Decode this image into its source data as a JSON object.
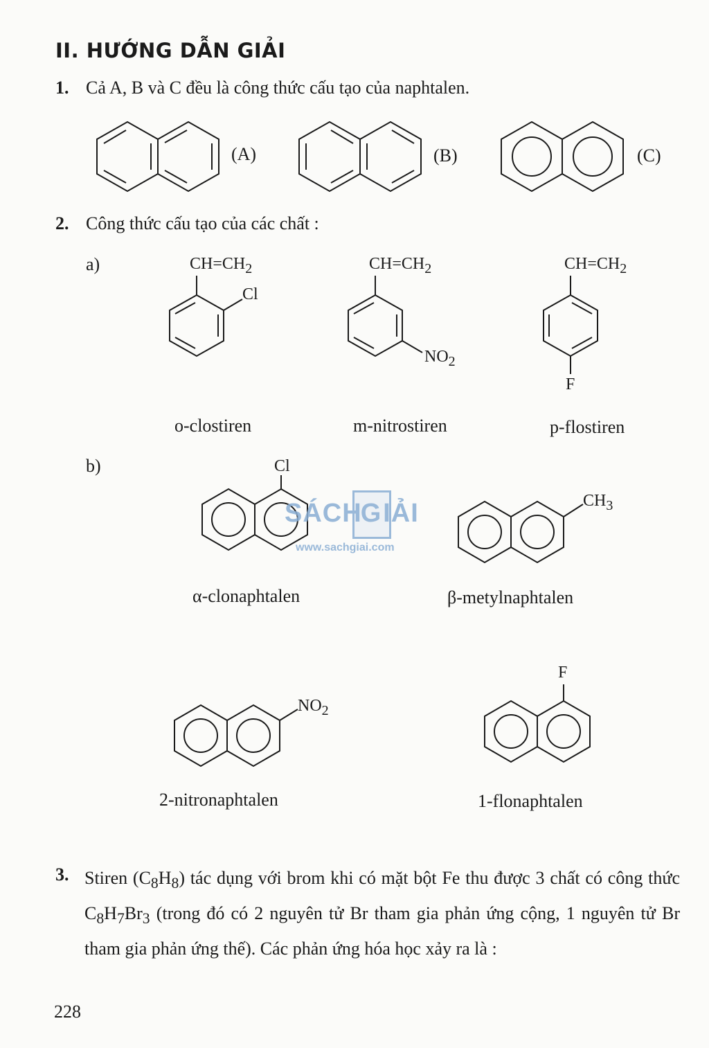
{
  "heading": "II. HƯỚNG DẪN GIẢI",
  "q1": {
    "number": "1.",
    "text": "Cả A, B và C đều là công thức cấu tạo của naphtalen.",
    "labels": [
      "(A)",
      "(B)",
      "(C)"
    ]
  },
  "q2": {
    "number": "2.",
    "text": "Công thức cấu tạo của các chất :",
    "part_a": {
      "marker": "a)",
      "compounds": [
        {
          "top": "CH=CH",
          "top_sub": "2",
          "sub": "Cl",
          "sub_sub": "",
          "name": "o-clostiren"
        },
        {
          "top": "CH=CH",
          "top_sub": "2",
          "sub": "NO",
          "sub_sub": "2",
          "name": "m-nitrostiren"
        },
        {
          "top": "CH=CH",
          "top_sub": "2",
          "sub": "F",
          "sub_sub": "",
          "name": "p-flostiren"
        }
      ]
    },
    "part_b": {
      "marker": "b)",
      "compounds": [
        {
          "sub": "Cl",
          "sub_sub": "",
          "name": "α-clonaphtalen"
        },
        {
          "sub": "CH",
          "sub_sub": "3",
          "name": "β-metylnaphtalen"
        },
        {
          "sub": "NO",
          "sub_sub": "2",
          "name": "2-nitronaphtalen"
        },
        {
          "sub": "F",
          "sub_sub": "",
          "name": "1-flonaphtalen"
        }
      ]
    }
  },
  "watermark": {
    "title_left": "SÁCH",
    "title_box": "G",
    "title_right": "IẢI",
    "url": "www.sachgiai.com"
  },
  "q3": {
    "number": "3.",
    "t1": "Stiren (C",
    "s1": "8",
    "t2": "H",
    "s2": "8",
    "t3": ") tác dụng với brom khi có mặt bột Fe thu được 3 chất có công thức C",
    "s3": "8",
    "t4": "H",
    "s4": "7",
    "t5": "Br",
    "s5": "3",
    "t6": " (trong đó có 2 nguyên tử Br tham gia phản ứng cộng, 1 nguyên tử Br tham gia phản ứng thế). Các phản ứng hóa học xảy ra là :"
  },
  "page_number": "228"
}
